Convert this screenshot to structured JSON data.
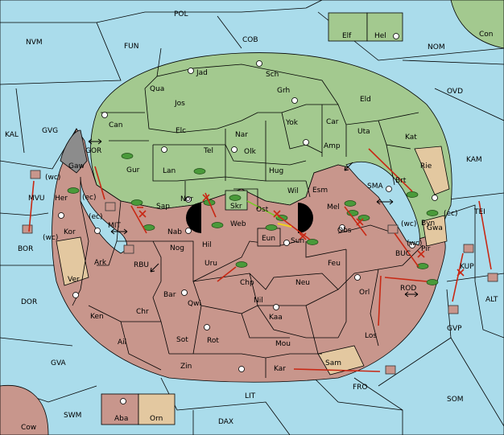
{
  "colors": {
    "sea": "#aadceb",
    "north": "#a3c98f",
    "south": "#c8968c",
    "neutral": "#e3c8a0",
    "order": "#c82814",
    "convoy": "#78c828"
  },
  "sea_labels": [
    "POL",
    "NVM",
    "FUN",
    "COB",
    "NOM",
    "KAL",
    "GVG",
    "OVD",
    "KAM",
    "SMA",
    "TEI",
    "MIT",
    "GOR",
    "RBU",
    "BUC",
    "KUP",
    "ROD",
    "ALT",
    "GVP",
    "DOR",
    "BOR",
    "MVU",
    "GVA",
    "FRO",
    "SOM",
    "LIT",
    "SWM",
    "DAX"
  ],
  "north_labels": [
    "Jad",
    "Sch",
    "Qua",
    "Jos",
    "Grh",
    "Eld",
    "Can",
    "Yok",
    "Car",
    "Elc",
    "Nar",
    "Uta",
    "Kat",
    "Tel",
    "Olk",
    "Amp",
    "Gur",
    "Lan",
    "Hug",
    "Brt",
    "Rie",
    "Gaw",
    "Nor",
    "Skr",
    "Wil",
    "Esm",
    "Sap",
    "Ost",
    "Mel",
    "Byn"
  ],
  "south_labels": [
    "Her",
    "Kor",
    "Nab",
    "Web",
    "Eun",
    "Sun",
    "Obs",
    "Gwa",
    "Ark",
    "Nog",
    "Hil",
    "Uru",
    "Feu",
    "Pir",
    "Ver",
    "Chp",
    "Neu",
    "Orl",
    "Bar",
    "Qwi",
    "Nil",
    "Chr",
    "Ken",
    "Kaa",
    "Los",
    "Sot",
    "Rot",
    "Mou",
    "Ail",
    "Zin",
    "Kar",
    "Sam"
  ],
  "corner_labels": [
    "Elf",
    "Hel",
    "Con",
    "Aba",
    "Orn",
    "Cow"
  ],
  "coast_tags": [
    "(wc)",
    "(ec)",
    "(ec)",
    "(wc)",
    "(wc)",
    "(wc)",
    "(ec)"
  ]
}
